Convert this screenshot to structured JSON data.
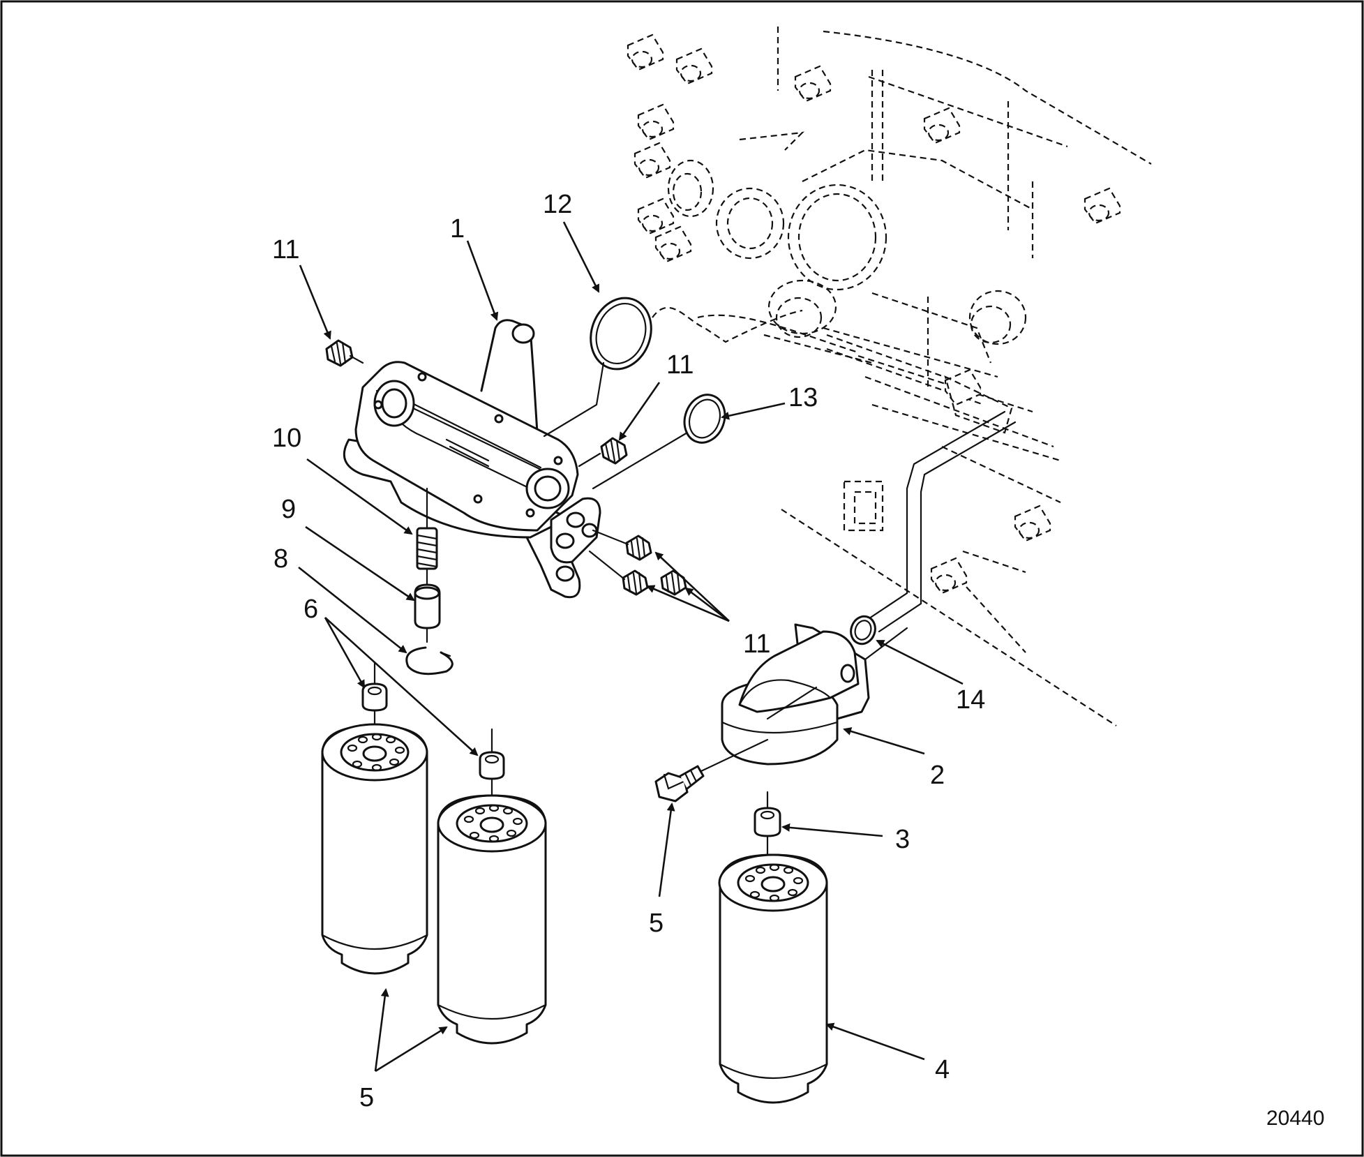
{
  "figure_id": "20440",
  "callouts": [
    {
      "id": "c1",
      "text": "1"
    },
    {
      "id": "c2",
      "text": "2"
    },
    {
      "id": "c3",
      "text": "3"
    },
    {
      "id": "c4",
      "text": "4"
    },
    {
      "id": "c5a",
      "text": "5"
    },
    {
      "id": "c5b",
      "text": "5"
    },
    {
      "id": "c6",
      "text": "6"
    },
    {
      "id": "c8",
      "text": "8"
    },
    {
      "id": "c9",
      "text": "9"
    },
    {
      "id": "c10",
      "text": "10"
    },
    {
      "id": "c11a",
      "text": "11"
    },
    {
      "id": "c11b",
      "text": "11"
    },
    {
      "id": "c11c",
      "text": "11"
    },
    {
      "id": "c12",
      "text": "12"
    },
    {
      "id": "c13",
      "text": "13"
    },
    {
      "id": "c14",
      "text": "14"
    }
  ],
  "colors": {
    "line": "#111111",
    "background": "#ffffff"
  }
}
